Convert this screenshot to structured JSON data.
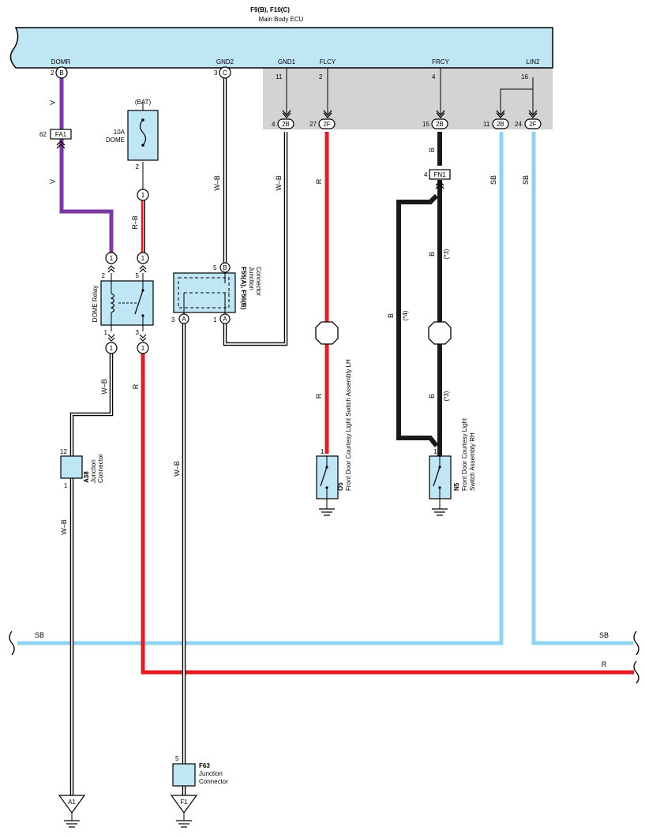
{
  "ecu": {
    "title": "F9(B), F10(C)",
    "subtitle": "Main Body ECU"
  },
  "terminals": {
    "domr": "DOMR",
    "gnd2": "GND2",
    "gnd1": "GND1",
    "flcy": "FLCY",
    "frcy": "FRCY",
    "lin2": "LIN2"
  },
  "pins": {
    "domr": "2",
    "gnd2": "3",
    "gnd1": "11",
    "flcy": "2",
    "frcy": "4",
    "lin2": "16",
    "gnd1_out": "4",
    "flcy_out": "27",
    "frcy_out": "15",
    "lin2_a": "11",
    "lin2_b": "24",
    "fa1": "62",
    "fuse_out": "2",
    "relay_coil_top": "2",
    "relay_sw_top": "5",
    "relay_coil_bot": "1",
    "relay_sw_bot": "3",
    "jc_b": "5",
    "jc_a_left": "3",
    "jc_a_right": "1",
    "fn1": "4",
    "o5": "1",
    "n5": "1",
    "a38_top": "12",
    "a38_bot": "1",
    "f63": "5"
  },
  "connectors": {
    "domr": "B",
    "gnd2": "C",
    "c2b": "2B",
    "c2f": "2F",
    "fa1": "FA1",
    "fn1": "FN1",
    "one": "1",
    "jc_b": "B",
    "jc_a": "A",
    "gnd_a1": "A1",
    "gnd_f1": "F1"
  },
  "wires": {
    "v": "V",
    "r_b": "R–B",
    "w_b": "W–B",
    "r": "R",
    "b": "B",
    "sb": "SB",
    "note3": "(*3)",
    "note4": "(*4)"
  },
  "components": {
    "bat": "(BAT)",
    "fuse_amp": "10A",
    "fuse_name": "DOME",
    "relay": "DOME Relay",
    "junction_id": "F55(A), F56(B)",
    "junction_l1": "Junction",
    "junction_l2": "Connector",
    "o5_id": "O5",
    "o5_name": "Front Door Courtesy Light Switch Assembly LH",
    "n5_id": "N5",
    "n5_name_l1": "Front Door Courtesy Light",
    "n5_name_l2": "Switch Assembly RH",
    "a38_id": "A38",
    "a38_l1": "Junction",
    "a38_l2": "Connector",
    "f63_id": "F63",
    "f63_l1": "Junction",
    "f63_l2": "Connector"
  },
  "colors": {
    "ecu_fill": "#bfe6f5",
    "ecu_shade": "#d3d3d3",
    "violet": "#7b3aa0",
    "red": "#e31b23",
    "sky": "#8fd3f0",
    "black": "#1a1a1a"
  }
}
